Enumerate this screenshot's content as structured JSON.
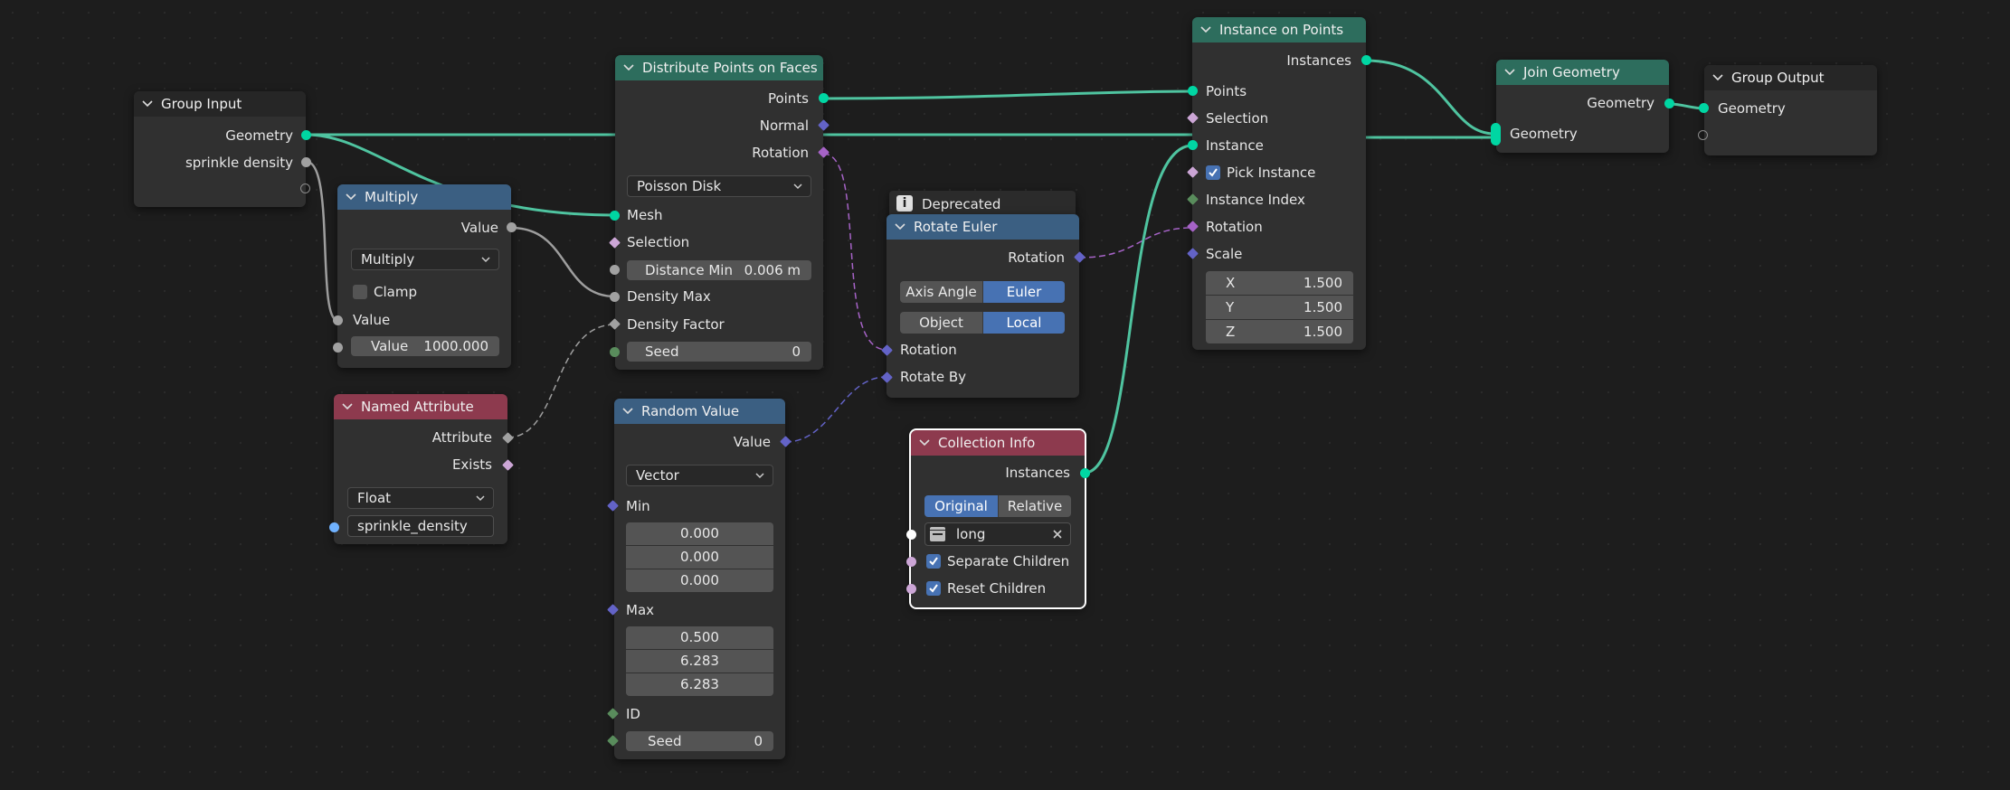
{
  "colors": {
    "geometry": "#00d6a3",
    "float": "#a1a1a1",
    "vector": "#6363c7",
    "rotation": "#a663c7",
    "boolean": "#cca6d6",
    "integer": "#598c5c",
    "string": "#70b2ff",
    "collection": "#ffffff",
    "accent": "#4772b3"
  },
  "group_input": {
    "title": "Group Input",
    "geometry": "Geometry",
    "sprinkle_density": "sprinkle density"
  },
  "multiply": {
    "title": "Multiply",
    "value_out": "Value",
    "operation": "Multiply",
    "clamp": "Clamp",
    "value_in": "Value",
    "value2_label": "Value",
    "value2": "1000.000"
  },
  "named_attribute": {
    "title": "Named Attribute",
    "attribute": "Attribute",
    "exists": "Exists",
    "data_type": "Float",
    "name": "sprinkle_density"
  },
  "distribute": {
    "title": "Distribute Points on Faces",
    "points": "Points",
    "normal": "Normal",
    "rotation": "Rotation",
    "mode": "Poisson Disk",
    "mesh": "Mesh",
    "selection": "Selection",
    "distance_min_label": "Distance Min",
    "distance_min": "0.006 m",
    "density_max": "Density Max",
    "density_factor": "Density Factor",
    "seed_label": "Seed",
    "seed": "0"
  },
  "random_value": {
    "title": "Random Value",
    "value": "Value",
    "data_type": "Vector",
    "min_label": "Min",
    "min": [
      "0.000",
      "0.000",
      "0.000"
    ],
    "max_label": "Max",
    "max": [
      "0.500",
      "6.283",
      "6.283"
    ],
    "id": "ID",
    "seed_label": "Seed",
    "seed": "0"
  },
  "rotate_euler": {
    "deprecated": "Deprecated",
    "title": "Rotate Euler",
    "rotation_out": "Rotation",
    "type_options": [
      "Axis Angle",
      "Euler"
    ],
    "space_options": [
      "Object",
      "Local"
    ],
    "rotation_in": "Rotation",
    "rotate_by": "Rotate By"
  },
  "collection_info": {
    "title": "Collection Info",
    "instances": "Instances",
    "transform_options": [
      "Original",
      "Relative"
    ],
    "collection": "long",
    "separate_children": "Separate Children",
    "reset_children": "Reset Children"
  },
  "instance_on_points": {
    "title": "Instance on Points",
    "instances": "Instances",
    "points": "Points",
    "selection": "Selection",
    "instance": "Instance",
    "pick_instance": "Pick Instance",
    "instance_index": "Instance Index",
    "rotation": "Rotation",
    "scale": "Scale",
    "scale_x_label": "X",
    "scale_x": "1.500",
    "scale_y_label": "Y",
    "scale_y": "1.500",
    "scale_z_label": "Z",
    "scale_z": "1.500"
  },
  "join_geometry": {
    "title": "Join Geometry",
    "geometry_out": "Geometry",
    "geometry_in": "Geometry"
  },
  "group_output": {
    "title": "Group Output",
    "geometry": "Geometry"
  }
}
